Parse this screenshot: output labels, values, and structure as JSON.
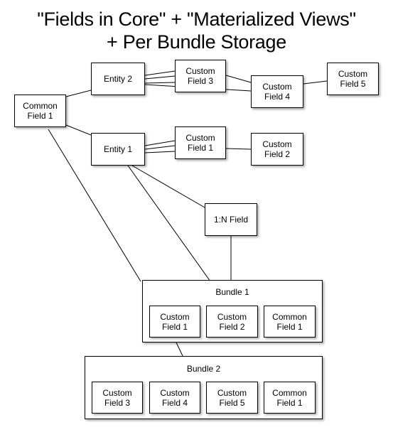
{
  "title": {
    "line1": "\"Fields in Core\" + \"Materialized Views\"",
    "line2": "+ Per Bundle Storage"
  },
  "nodes": {
    "common_field_1": "Common\nField 1",
    "entity_2": "Entity 2",
    "entity_1": "Entity 1",
    "custom_field_3": "Custom\nField 3",
    "custom_field_4": "Custom\nField 4",
    "custom_field_5": "Custom\nField 5",
    "custom_field_1": "Custom\nField 1",
    "custom_field_2": "Custom\nField 2",
    "one_n_field": "1:N Field"
  },
  "bundle1": {
    "label": "Bundle 1",
    "fields": [
      "Custom\nField 1",
      "Custom\nField 2",
      "Common\nField 1"
    ]
  },
  "bundle2": {
    "label": "Bundle 2",
    "fields": [
      "Custom\nField 3",
      "Custom\nField 4",
      "Custom\nField 5",
      "Common\nField 1"
    ]
  }
}
